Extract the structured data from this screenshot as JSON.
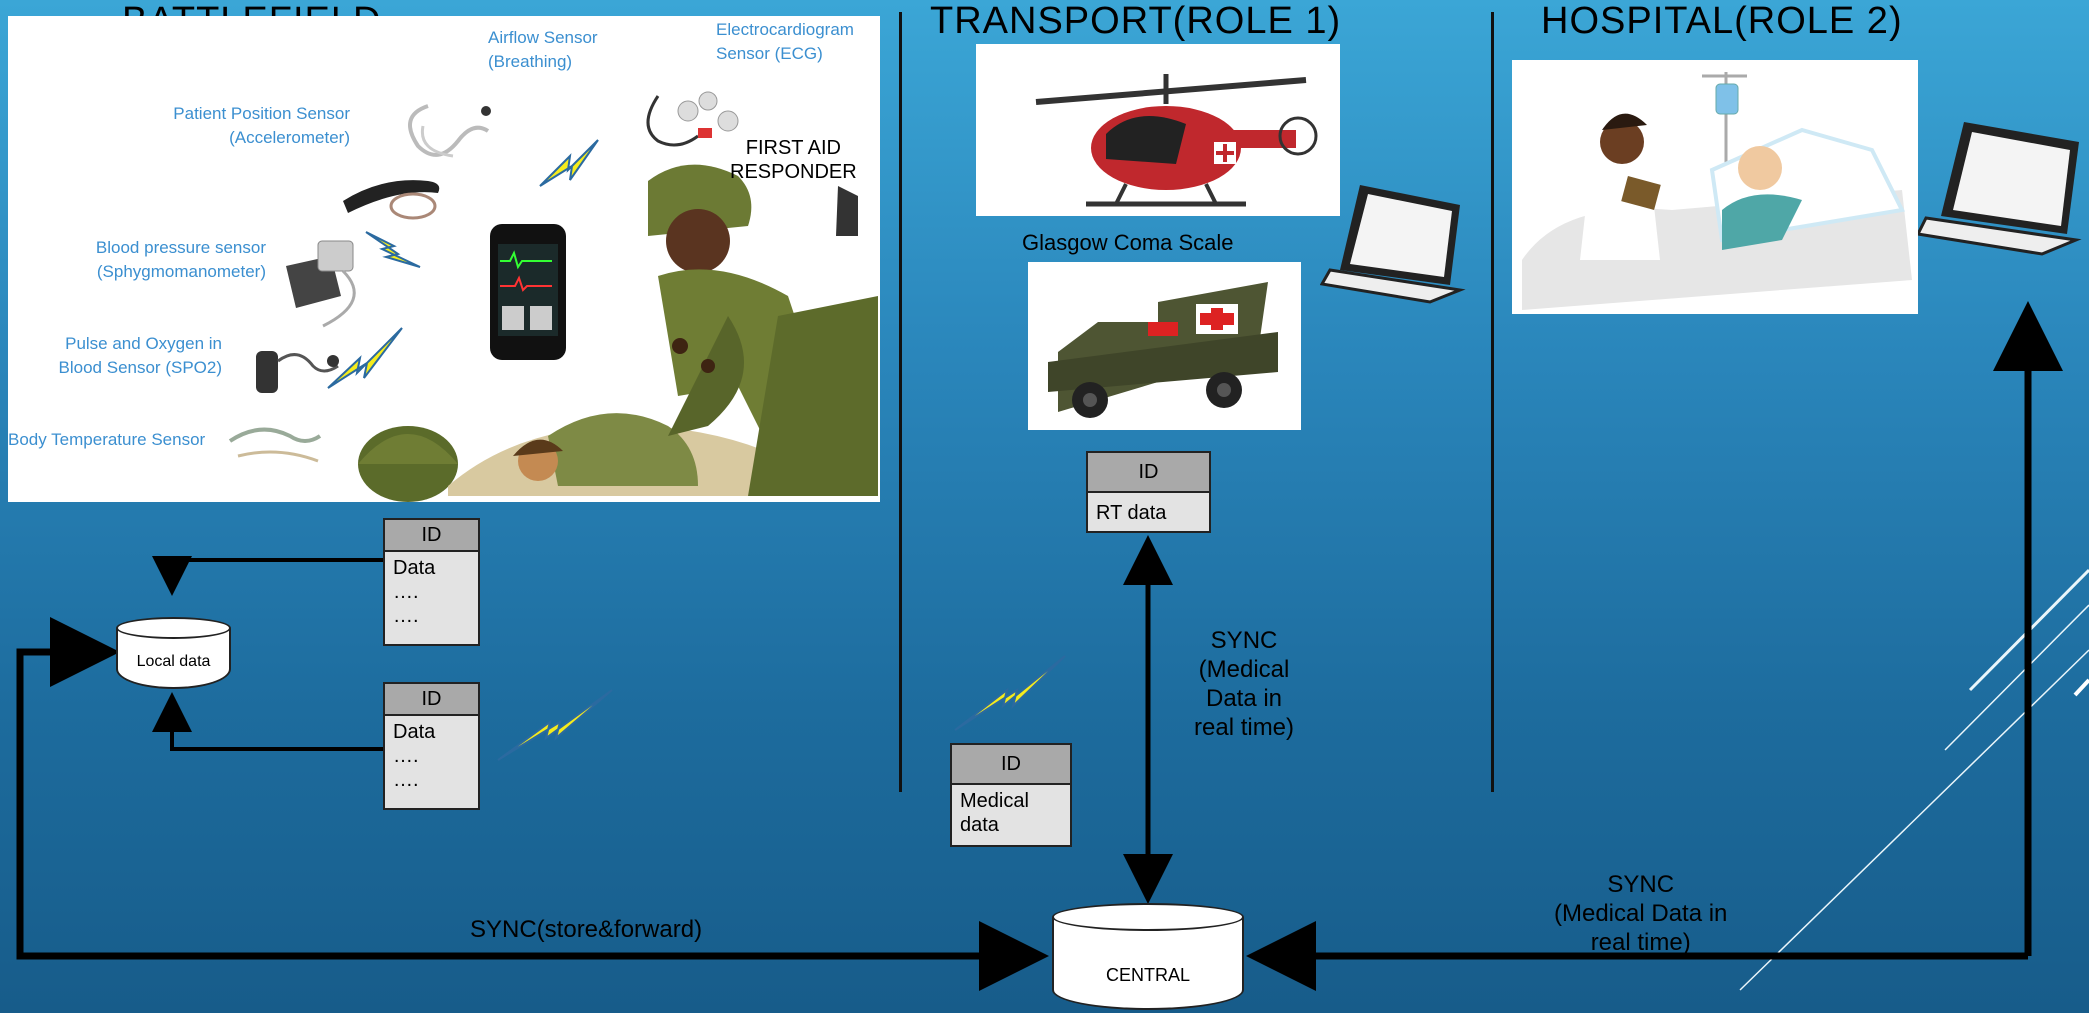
{
  "sections": {
    "battlefield": "BATTLEFIELD",
    "transport": "TRANSPORT(ROLE 1)",
    "hospital": "HOSPITAL(ROLE 2)"
  },
  "battlefield_panel": {
    "sensors": {
      "airflow": [
        "Airflow Sensor",
        "(Breathing)"
      ],
      "ecg": [
        "Electrocardiogram",
        "Sensor (ECG)"
      ],
      "position": [
        "Patient Position Sensor",
        "(Accelerometer)"
      ],
      "blood_pressure": [
        "Blood pressure sensor",
        "(Sphygmomanometer)"
      ],
      "spo2": [
        "Pulse and Oxygen in",
        "Blood Sensor (SPO2)"
      ],
      "temperature": "Body Temperature Sensor"
    },
    "first_aid": [
      "FIRST AID",
      "RESPONDER"
    ]
  },
  "glasgow": "Glasgow Coma Scale",
  "records": {
    "battle_1": {
      "id": "ID",
      "lines": [
        "Data",
        "….",
        "…."
      ]
    },
    "battle_2": {
      "id": "ID",
      "lines": [
        "Data",
        "….",
        "…."
      ]
    },
    "rt": {
      "id": "ID",
      "lines": [
        "RT data"
      ]
    },
    "medical": {
      "id": "ID",
      "lines": [
        "Medical",
        "data"
      ]
    }
  },
  "databases": {
    "local": "Local data",
    "central": "CENTRAL"
  },
  "sync": {
    "store_forward": "SYNC(store&forward)",
    "transport": [
      "SYNC",
      "(Medical",
      "Data in",
      "real time)"
    ],
    "hospital": [
      "SYNC",
      "(Medical Data in",
      "real time)"
    ]
  },
  "colors": {
    "background_top": "#3ba6d6",
    "background_bottom": "#175c8a",
    "sensor_text": "#3b8fd0",
    "lightning": "#f5ec1c"
  }
}
